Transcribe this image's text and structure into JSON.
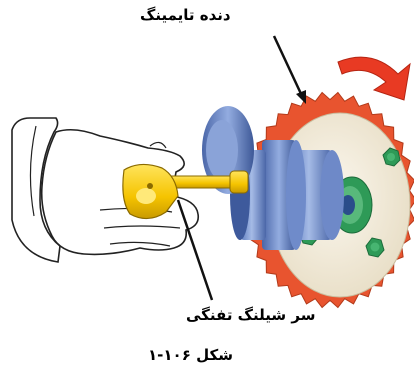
{
  "labels": {
    "timing_gear": "دنده تایمینگ",
    "hose_tip": "سر شیلنگ تفنگی"
  },
  "caption": "شکل ۱۰۶-۱",
  "colors": {
    "gear": "#e8542f",
    "pulley_body": "#7f9bd4",
    "pulley_dark": "#4f6db0",
    "hub": "#f2ecdc",
    "nozzle": "#f5c400",
    "bolt": "#2e9a57",
    "arrow": "#e83a23",
    "skin": "#ffffff",
    "outline": "#222222"
  },
  "icons": {
    "rotation": "curved-arrow-icon",
    "pointer": "leader-line-icon"
  }
}
